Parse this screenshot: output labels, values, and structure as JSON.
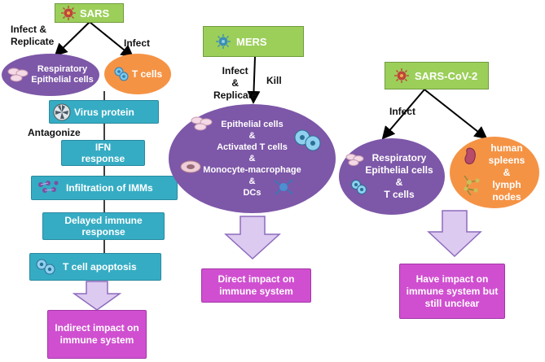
{
  "panels": {
    "sars": {
      "title": "SARS",
      "infect_replicate": [
        "Infect &",
        "Replicate"
      ],
      "infect": "Infect",
      "respiratory": [
        "Respiratory",
        "Epithelial cells"
      ],
      "tcells": "T cells",
      "virus_protein": "Virus protein",
      "antagonize": "Antagonize",
      "ifn": [
        "IFN",
        "response"
      ],
      "infiltration": "Infiltration of IMMs",
      "delayed": [
        "Delayed immune",
        "response"
      ],
      "apoptosis": "T cell apoptosis",
      "outcome": [
        "Indirect impact on",
        "immune system"
      ]
    },
    "mers": {
      "title": "MERS",
      "infect_replicate": [
        "Infect",
        "&",
        "Replicate"
      ],
      "kill": "Kill",
      "cells": [
        "Epithelial cells",
        "&",
        "Activated T cells",
        "&",
        "Monocyte-macrophage",
        "&",
        "DCs"
      ],
      "outcome": [
        "Direct impact on",
        "immune system"
      ]
    },
    "sarscov2": {
      "title": "SARS-CoV-2",
      "infect": "Infect",
      "cells": [
        "Respiratory",
        "Epithelial cells",
        "&",
        "T cells"
      ],
      "organs": [
        "human",
        "spleens",
        "&",
        "lymph",
        "nodes"
      ],
      "outcome": [
        "Have impact on",
        "immune system but",
        "still unclear"
      ]
    }
  },
  "colors": {
    "green": "#9ccf5a",
    "teal": "#35acc4",
    "purple": "#7d57a8",
    "orange": "#f59345",
    "magenta": "#d04fd0",
    "arrow": "#d9c4ef"
  },
  "icons": [
    "coronavirus-icon",
    "epithelial-cells-icon",
    "t-cell-icon",
    "virus-protein-icon",
    "imm-cells-icon",
    "monocyte-icon",
    "dendritic-cell-icon",
    "spleen-icon",
    "lymph-node-icon"
  ]
}
